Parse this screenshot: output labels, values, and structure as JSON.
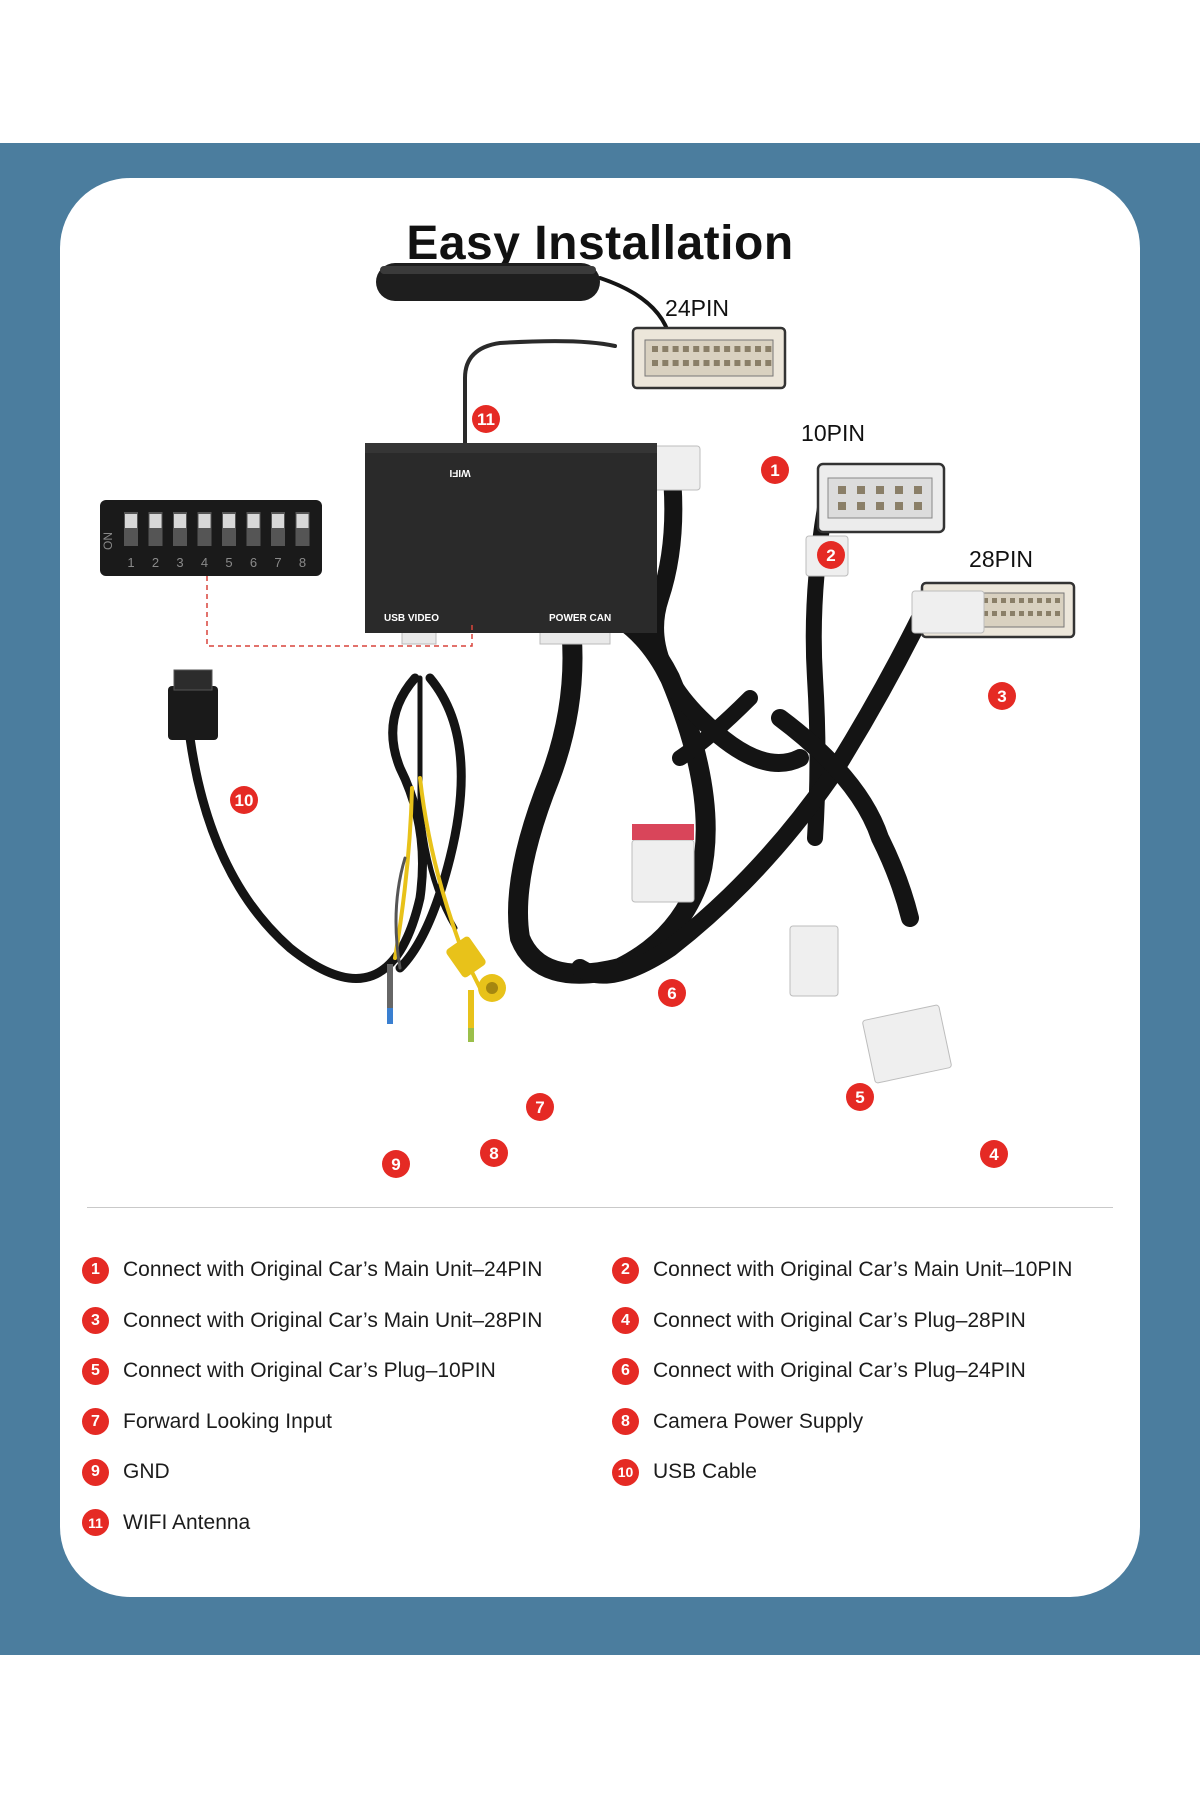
{
  "title": "Easy Installation",
  "connectors": {
    "pin24": "24PIN",
    "pin10": "10PIN",
    "pin28": "28PIN"
  },
  "module": {
    "wifi_port": "WIFI",
    "usb_video_port": "USB VIDEO",
    "power_can_port": "POWER CAN"
  },
  "dip_switch": {
    "on_label": "ON",
    "positions": [
      "1",
      "2",
      "3",
      "4",
      "5",
      "6",
      "7",
      "8"
    ]
  },
  "badges": [
    "1",
    "2",
    "3",
    "4",
    "5",
    "6",
    "7",
    "8",
    "9",
    "10",
    "11"
  ],
  "legend": [
    {
      "num": "1",
      "text": "Connect with Original Car’s Main Unit–24PIN"
    },
    {
      "num": "2",
      "text": "Connect with Original Car’s Main Unit–10PIN"
    },
    {
      "num": "3",
      "text": "Connect with Original Car’s Main Unit–28PIN"
    },
    {
      "num": "4",
      "text": "Connect with Original Car’s Plug–28PIN"
    },
    {
      "num": "5",
      "text": "Connect with Original Car’s Plug–10PIN"
    },
    {
      "num": "6",
      "text": "Connect with Original Car’s Plug–24PIN"
    },
    {
      "num": "7",
      "text": "Forward Looking Input"
    },
    {
      "num": "8",
      "text": "Camera Power Supply"
    },
    {
      "num": "9",
      "text": "GND"
    },
    {
      "num": "10",
      "text": "USB Cable"
    },
    {
      "num": "11",
      "text": "WIFI Antenna"
    }
  ],
  "colors": {
    "background_band": "#4b7d9e",
    "badge": "#e52a24",
    "cable": "#141414",
    "connector": "#efefef"
  }
}
